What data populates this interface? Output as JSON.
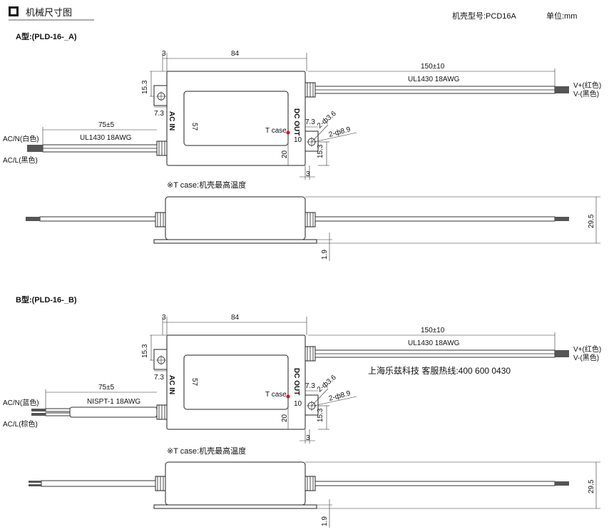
{
  "header": {
    "section_title": "机械尺寸图",
    "model_label": "机壳型号:PCD16A",
    "unit_label": "单位:mm"
  },
  "colors": {
    "tcase_dot": "#e60012",
    "hatch": "#555555"
  },
  "drawing_a": {
    "title": "A型:(PLD-16-_A)",
    "dim_top_3": "3",
    "dim_length": "84",
    "dim_out_cable": "150±10",
    "out_cable_spec": "UL1430 18AWG",
    "out_v_plus": "V+(红色)",
    "out_v_minus": "V-(黑色)",
    "dim_left_15_3": "15.3",
    "dim_left_7_3": "7.3",
    "dim_height_57": "57",
    "ac_in_label": "AC IN",
    "dc_out_label": "DC OUT",
    "dim_in_cable": "75±5",
    "in_cable_spec": "UL1430 18AWG",
    "in_acn": "AC/N(白色)",
    "in_acl": "AC/L(黑色)",
    "tcase_label": "T case",
    "dim_right_7_3": "7.3",
    "dim_hole_3_6": "2-ф3.6",
    "dim_hole_8_9": "2-ф8.9",
    "dim_10": "10",
    "dim_20": "20",
    "dim_right_15_3": "15.3",
    "dim_bottom_3": "3",
    "note": "※T case:机壳最高温度",
    "dim_29_5": "29.5",
    "dim_1_9": "1.9"
  },
  "drawing_b": {
    "title": "B型:(PLD-16-_B)",
    "dim_top_3": "3",
    "dim_length": "84",
    "dim_out_cable": "150±10",
    "out_cable_spec": "UL1430 18AWG",
    "out_v_plus": "V+(红色)",
    "out_v_minus": "V-(黑色)",
    "dim_left_15_3": "15.3",
    "dim_left_7_3": "7.3",
    "dim_height_57": "57",
    "ac_in_label": "AC IN",
    "dc_out_label": "DC OUT",
    "dim_in_cable": "75±5",
    "in_cable_spec": "NISPT-1 18AWG",
    "in_acn": "AC/N(蓝色)",
    "in_acl": "AC/L(棕色)",
    "tcase_label": "T case",
    "dim_right_7_3": "7.3",
    "dim_hole_3_6": "2-ф3.6",
    "dim_hole_8_9": "2-ф8.9",
    "dim_10": "10",
    "dim_20": "20",
    "dim_right_15_3": "15.3",
    "dim_bottom_3": "3",
    "note": "※T case:机壳最高温度",
    "dim_29_5": "29.5",
    "dim_1_9": "1.9"
  },
  "vendor_line": "上海乐兹科技 客服热线:400 600 0430"
}
